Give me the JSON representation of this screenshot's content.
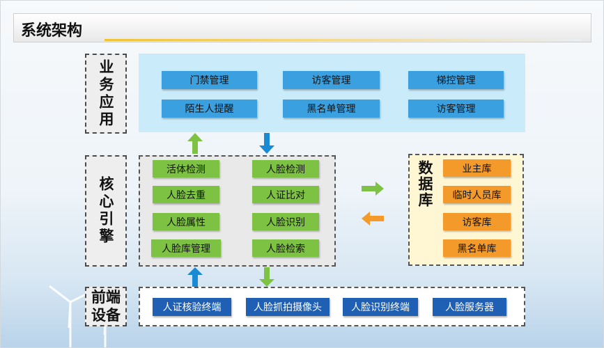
{
  "title": "系统架构",
  "rows": {
    "business": "业务应用",
    "core": "核心引擎",
    "device": "前端设备"
  },
  "business_apps": [
    "门禁管理",
    "访客管理",
    "梯控管理",
    "陌生人提醒",
    "黑名单管理",
    "访客管理"
  ],
  "core_engine": [
    "活体检测",
    "人脸检测",
    "人脸去重",
    "人证比对",
    "人脸属性",
    "人脸识别",
    "人脸库管理",
    "人脸检索"
  ],
  "database": {
    "label": "数据库",
    "items": [
      "业主库",
      "临时人员库",
      "访客库",
      "黑名单库"
    ]
  },
  "devices": [
    "人证核验终端",
    "人脸抓拍摄像头",
    "人脸识别终端",
    "人脸服务器"
  ],
  "colors": {
    "business_box": "#3aa0e0",
    "business_bg": "#c9ebfa",
    "core_box": "#7dc242",
    "db_box": "#f39a2a",
    "db_bg": "#fff7d4",
    "device_box": "#1f5fb4",
    "arrow_green": "#7dc242",
    "arrow_blue": "#1a8ad4",
    "arrow_orange": "#f39a2a"
  },
  "icons": [
    "arrow-up-icon",
    "arrow-down-icon",
    "arrow-right-icon",
    "arrow-left-icon",
    "wind-turbine-icon"
  ]
}
